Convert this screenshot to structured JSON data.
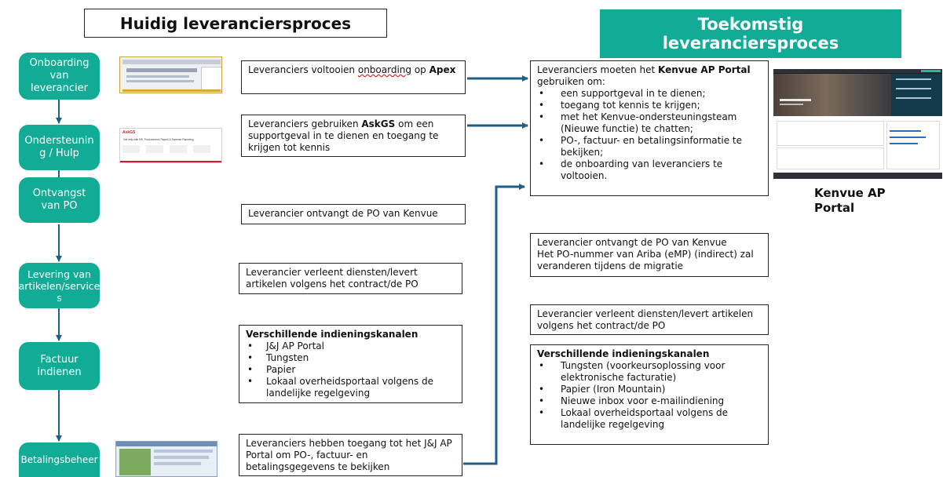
{
  "titles": {
    "current": "Huidig leveranciersproces",
    "future_line1": "Toekomstig",
    "future_line2": "leveranciersproces"
  },
  "steps": [
    "Onboarding van leverancier",
    "Ondersteunin g / Hulp",
    "Ontvangst van PO",
    "Levering van artikelen/service s",
    "Factuur indienen",
    "Betalingsbeheer"
  ],
  "current": {
    "onboarding": {
      "pre": "Leveranciers voltooien ",
      "underlined": "onboarding",
      "mid": " op ",
      "bold": "Apex"
    },
    "support": {
      "pre": "Leveranciers gebruiken ",
      "bold": "AskGS",
      "post": " om een supportgeval in te dienen en toegang te krijgen tot kennis"
    },
    "po": "Leverancier ontvangt de PO van Kenvue",
    "delivery": "Leverancier verleent diensten/levert artikelen volgens het contract/de PO",
    "invoice": {
      "heading": "Verschillende indieningskanalen",
      "items": [
        "J&J AP Portal",
        "Tungsten",
        "Papier",
        "Lokaal overheidsportaal volgens de landelijke regelgeving"
      ]
    },
    "payment": "Leveranciers hebben toegang tot het J&J AP Portal om PO-, factuur- en betalingsgegevens te bekijken"
  },
  "future": {
    "portal": {
      "pre": "Leveranciers moeten het ",
      "bold": "Kenvue AP Portal",
      "post": " gebruiken om:",
      "items": [
        "een supportgeval in te dienen;",
        "toegang tot kennis te krijgen;",
        "met het Kenvue-ondersteuningsteam (Nieuwe functie) te chatten;",
        "PO-, factuur- en betalingsinformatie te bekijken;",
        "de onboarding van leveranciers te voltooien."
      ]
    },
    "po": {
      "line1": "Leverancier ontvangt de PO van Kenvue",
      "line2": "Het PO-nummer van Ariba (eMP) (indirect) zal veranderen tijdens de migratie"
    },
    "delivery": "Leverancier verleent diensten/levert artikelen volgens het contract/de PO",
    "invoice": {
      "heading": "Verschillende indieningskanalen",
      "items": [
        "Tungsten (voorkeursoplossing voor elektronische facturatie)",
        "Papier (Iron Mountain)",
        "Nieuwe inbox voor e-mailindiening",
        "Lokaal overheidsportaal volgens de landelijke regelgeving"
      ]
    }
  },
  "portal_caption": "Kenvue AP Portal",
  "askgs_thumb": {
    "logo": "AskGS",
    "heading": "Get help with HR, Procurement, Payroll & Expense Reporting"
  },
  "colors": {
    "teal": "#12ab95",
    "arrow_blue": "#1f5f86"
  }
}
